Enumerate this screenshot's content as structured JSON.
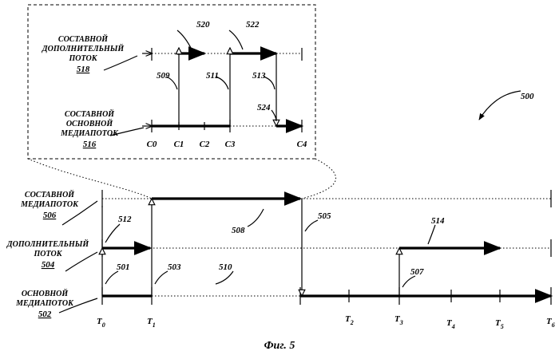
{
  "figure_number": "500",
  "caption": "Фиг. 5",
  "streams": {
    "composite": {
      "line1": "СОСТАВНОЙ",
      "line2": "МЕДИАПОТОК",
      "ref": "506"
    },
    "additional": {
      "line1": "ДОПОЛНИТЕЛЬНЫЙ",
      "line2": "ПОТОК",
      "ref": "504"
    },
    "main": {
      "line1": "ОСНОВНОЙ",
      "line2": "МЕДИАПОТОК",
      "ref": "502"
    }
  },
  "inset_streams": {
    "composite_additional": {
      "line1": "СОСТАВНОЙ",
      "line2": "ДОПОЛНИТЕЛЬНЫЙ",
      "line3": "ПОТОК",
      "ref": "518"
    },
    "composite_main": {
      "line1": "СОСТАВНОЙ",
      "line2": "ОСНОВНОЙ",
      "line3": "МЕДИАПОТОК",
      "ref": "516"
    }
  },
  "time_labels": [
    {
      "base": "T",
      "sub": "0"
    },
    {
      "base": "T",
      "sub": "1"
    },
    {
      "base": "T",
      "sub": "2"
    },
    {
      "base": "T",
      "sub": "3"
    },
    {
      "base": "T",
      "sub": "4"
    },
    {
      "base": "T",
      "sub": "5"
    },
    {
      "base": "T",
      "sub": "6"
    }
  ],
  "inset_time_labels": [
    "C0",
    "C1",
    "C2",
    "C3",
    "C4"
  ],
  "refs": {
    "r501": "501",
    "r503": "503",
    "r505": "505",
    "r507": "507",
    "r508": "508",
    "r510": "510",
    "r512": "512",
    "r514": "514",
    "r509": "509",
    "r511": "511",
    "r513": "513",
    "r520": "520",
    "r522": "522",
    "r524": "524"
  }
}
